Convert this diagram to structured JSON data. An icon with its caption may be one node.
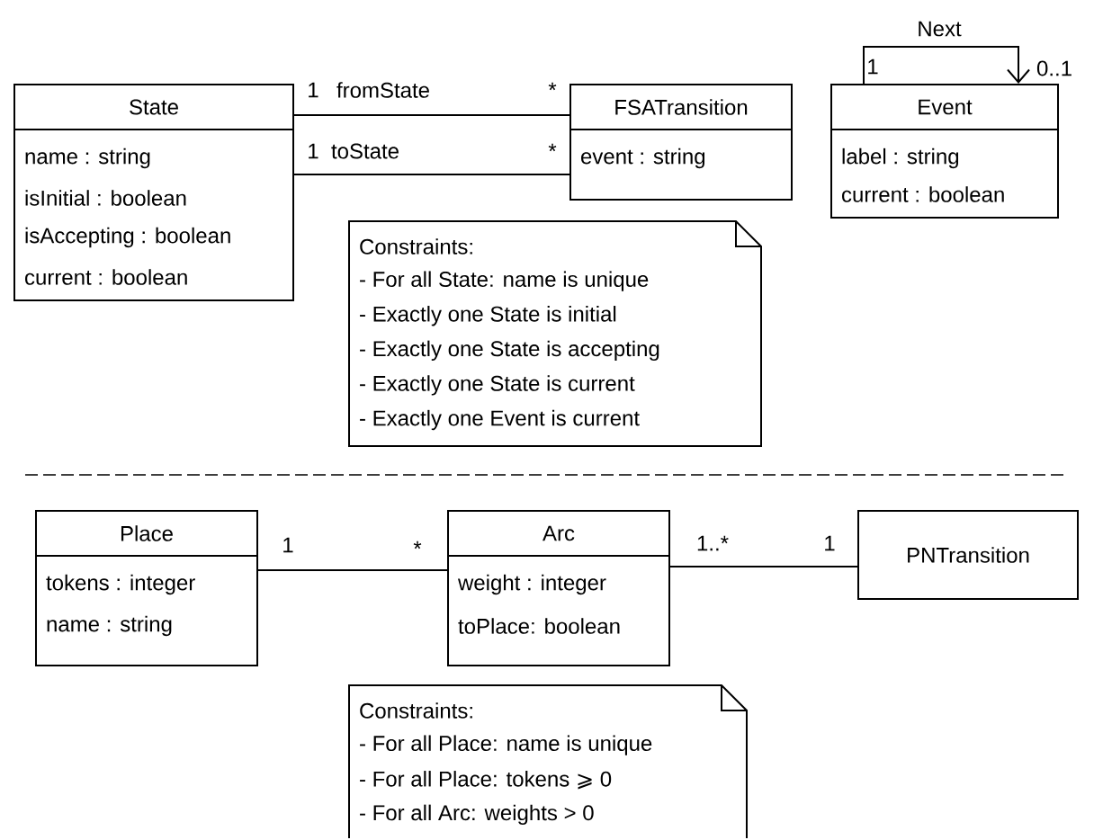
{
  "diagram": {
    "nodes": [
      {
        "text": [
          "State",
          "name : string",
          "isInitial : boolean",
          "isAccepting : boolean",
          "current : boolean"
        ]
      },
      {
        "text": [
          "FSATransition",
          "event : string"
        ]
      },
      {
        "text": [
          "Event",
          "label : string",
          "current : boolean"
        ]
      },
      {
        "text": [
          "Constraints:",
          "- For all State: name is unique",
          "- Exactly one State is initial",
          "- Exactly one State is accepting",
          "- Exactly one State is current",
          "- Exactly one Event is current"
        ]
      },
      {
        "text": [
          "Place",
          "tokens : integer",
          "name : string"
        ]
      },
      {
        "text": [
          "Arc",
          "weight : integer",
          "toPlace: boolean"
        ]
      },
      {
        "text": [
          "PNTransition"
        ]
      },
      {
        "text": [
          "Constraints:",
          "- For all Place: name is unique",
          "- For all Place: tokens ⩾ 0",
          "- For all Arc: weights > 0"
        ]
      }
    ],
    "edges": [
      {
        "from": 0,
        "to": 1,
        "arrow": "none",
        "label": "fromState"
      },
      {
        "from": 0,
        "to": 1,
        "arrow": "none",
        "label": "toState"
      },
      {
        "from": 2,
        "to": 2,
        "arrow": "to",
        "label": "Next"
      },
      {
        "from": 4,
        "to": 5,
        "arrow": "none"
      },
      {
        "from": 5,
        "to": 6,
        "arrow": "none"
      }
    ],
    "labels": [
      "1",
      "*",
      "1",
      "*",
      "1",
      "0..1",
      "1",
      "*",
      "1..*",
      "1"
    ]
  }
}
